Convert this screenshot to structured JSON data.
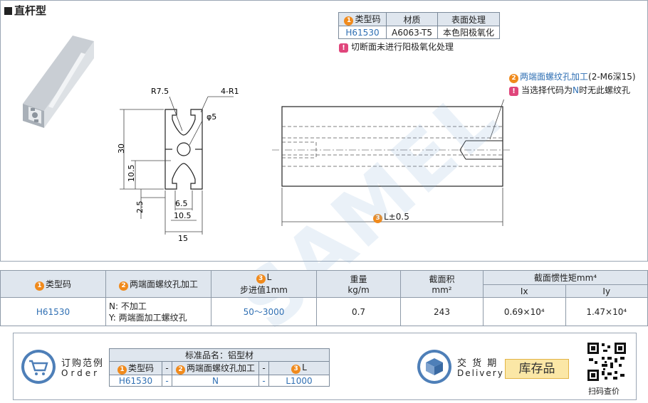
{
  "product_title": "直杆型",
  "material_table": {
    "headers": [
      "类型码",
      "材质",
      "表面处理"
    ],
    "row": [
      "H61530",
      "A6063-T5",
      "本色阳极氧化"
    ],
    "note": "切断面未进行阳极氧化处理"
  },
  "drawing": {
    "dims": {
      "r7_5": "R7.5",
      "r1": "4-R1",
      "phi5": "φ5",
      "d30": "30",
      "d10_5_v": "10.5",
      "d2_5": "2.5",
      "d6_5": "6.5",
      "d10_5_h": "10.5",
      "d15": "15"
    },
    "thread_label": "两端面螺纹孔加工",
    "thread_spec": "(2-M6深15)",
    "thread_note_pre": "当选择代码为",
    "thread_note_code": "N",
    "thread_note_post": "时无此螺纹孔",
    "length_label": "L±0.5"
  },
  "spec_table": {
    "headers": {
      "type_code": "类型码",
      "thread": "两端面螺纹孔加工",
      "l": "L",
      "l_sub": "步进值1mm",
      "weight": "重量",
      "weight_unit": "kg/m",
      "area": "截面积",
      "area_unit": "mm²",
      "inertia": "截面惯性矩mm⁴",
      "ix": "Ix",
      "iy": "Iy"
    },
    "row": {
      "type_code": "H61530",
      "thread_n": "N: 不加工",
      "thread_y": "Y: 两端面加工螺纹孔",
      "l_range": "50～3000",
      "weight": "0.7",
      "area": "243",
      "ix": "0.69×10⁴",
      "iy": "1.47×10⁴"
    }
  },
  "order": {
    "label_cn": "订购范例",
    "label_en": "Order",
    "std_name": "标准品名：铝型材",
    "headers": [
      "类型码",
      "-",
      "两端面螺纹孔加工",
      "-",
      "L"
    ],
    "values": [
      "H61530",
      "-",
      "N",
      "-",
      "L1000"
    ]
  },
  "delivery": {
    "label_cn": "交 货 期",
    "label_en": "Delivery",
    "stock": "库存品"
  },
  "qr_caption": "扫码查价",
  "watermark": "SAMEL",
  "colors": {
    "accent": "#f08a1c",
    "link_blue": "#2f6fb3",
    "warn": "#e0457b",
    "header_bg": "#dfe6ee",
    "stock_bg": "#fbe7a6"
  }
}
